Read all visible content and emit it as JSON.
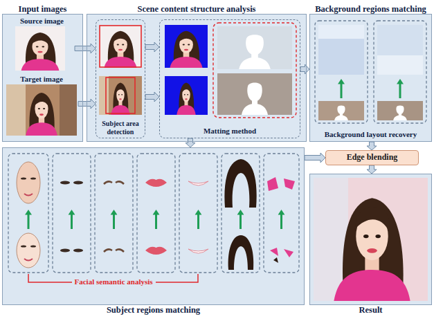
{
  "diagram": {
    "nodes": [
      {
        "text": [
          "Input images"
        ]
      },
      {
        "text": [
          "Source image"
        ],
        "in": 0
      },
      {
        "text": [
          "Target image"
        ],
        "in": 0
      },
      {
        "text": [
          "Scene content structure analysis"
        ]
      },
      {
        "text": [
          "Subject area detection"
        ],
        "in": 3
      },
      {
        "text": [
          "Matting method"
        ],
        "in": 3
      },
      {
        "text": [
          "Background regions matching",
          "Background layout recovery"
        ]
      },
      {
        "text": [
          "Subject regions matching",
          "Facial semantic analysis"
        ]
      },
      {
        "text": [
          "Edge blending"
        ]
      },
      {
        "text": [
          "Result"
        ]
      }
    ],
    "edges": [
      {
        "from": 1,
        "to": 4,
        "arrow": "to"
      },
      {
        "from": 2,
        "to": 4,
        "arrow": "to"
      },
      {
        "from": 4,
        "to": 5,
        "arrow": "to"
      },
      {
        "from": 4,
        "to": 5,
        "arrow": "to"
      },
      {
        "from": 5,
        "to": 6,
        "arrow": "to"
      },
      {
        "from": 5,
        "to": 7,
        "arrow": "to"
      },
      {
        "from": 7,
        "to": 8,
        "arrow": "to"
      },
      {
        "from": 6,
        "to": 8,
        "arrow": "to"
      },
      {
        "from": 8,
        "to": 9,
        "arrow": "to"
      }
    ]
  }
}
